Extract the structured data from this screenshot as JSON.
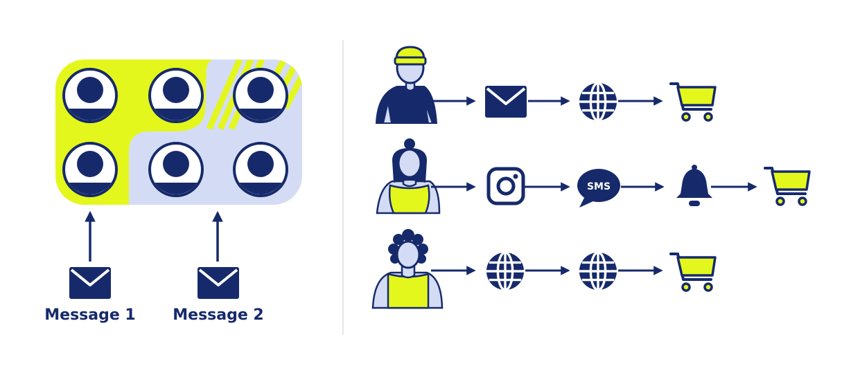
{
  "colors": {
    "navy": "#162a6b",
    "lime": "#e4f71c",
    "lavender": "#d4dcf5",
    "divider": "#dddddd",
    "white": "#ffffff"
  },
  "segments": {
    "group_1_avatars": 3,
    "group_2_avatars": 3
  },
  "messages": [
    {
      "label": "Message 1"
    },
    {
      "label": "Message 2"
    }
  ],
  "journeys": [
    {
      "persona": "beanie",
      "steps": [
        "email-icon",
        "globe-icon",
        "cart-icon"
      ]
    },
    {
      "persona": "ponytail",
      "steps": [
        "instagram-icon",
        "sms-icon",
        "bell-icon",
        "cart-icon"
      ]
    },
    {
      "persona": "curly",
      "steps": [
        "globe-icon",
        "globe-icon",
        "cart-icon"
      ]
    }
  ],
  "sms_badge": "SMS"
}
